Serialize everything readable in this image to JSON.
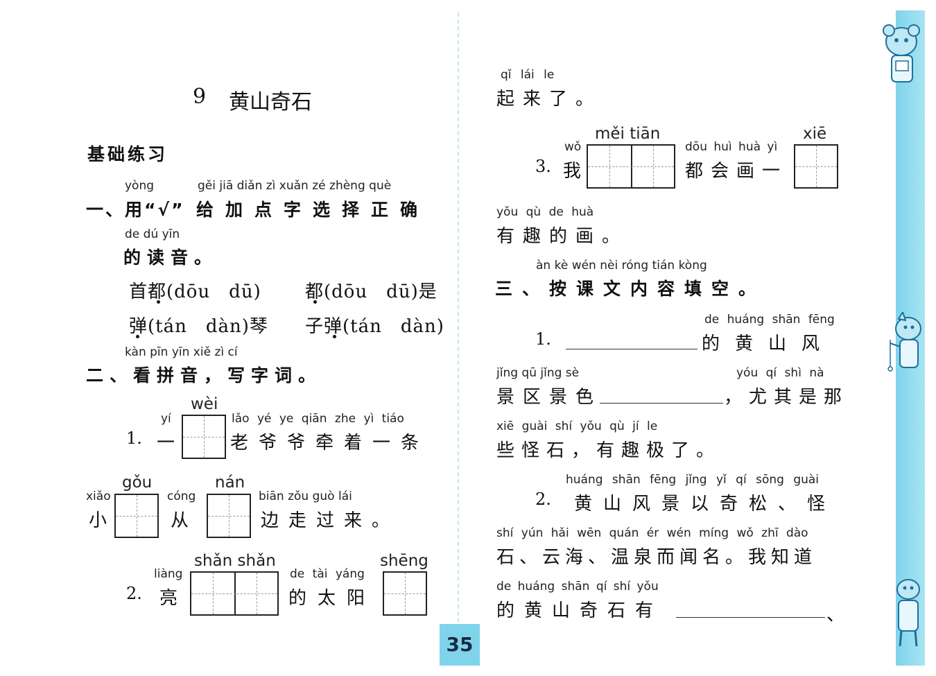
{
  "page": {
    "number": "35"
  },
  "lesson": {
    "number": "9",
    "title": "黄山奇石"
  },
  "left": {
    "practice_heading": "基础练习",
    "q1": {
      "pinyin_a": "yòng",
      "pinyin_b": "gěi jiā diǎn zì xuǎn zé zhèng què",
      "text_a": "一、用“√”",
      "text_b": "给加点字选择正确",
      "pinyin_c": "de dú yīn",
      "text_c": "的读音。",
      "item1": "首都(dōu　dū)",
      "item2": "都(dōu　dū)是",
      "item3": "弹(tán　dàn)琴",
      "item4": "子弹(tán　dàn)"
    },
    "q2": {
      "pinyin": "kàn pīn yīn xiě zì cí",
      "text": "二、看拼音，写字词。",
      "row1": {
        "num": "1.",
        "pinyin_yi": "yí",
        "char_yi": "一",
        "box_pinyin": "wèi",
        "pinyin_rest": "lǎo yé ye qiān zhe yì tiáo",
        "text_rest": "老爷爷牵着一条"
      },
      "row2": {
        "pinyin_xiao": "xiǎo",
        "char_xiao": "小",
        "box1_pinyin": "gǒu",
        "pinyin_cong": "cóng",
        "char_cong": "从",
        "box2_pinyin": "nán",
        "pinyin_rest": "biān zǒu guò lái",
        "text_rest": "边走过来。"
      },
      "row3": {
        "num": "2.",
        "pinyin_liang": "liàng",
        "char_liang": "亮",
        "box1_pinyin": "shǎn shǎn",
        "pinyin_mid": "de tài yáng",
        "text_mid": "的太阳",
        "box2_pinyin": "shēng"
      }
    }
  },
  "right": {
    "line1": {
      "pinyin": "qǐ lái le",
      "text": "起来了。"
    },
    "q3": {
      "num": "3.",
      "pinyin_wo": "wǒ",
      "char_wo": "我",
      "box1_pinyin": "měi tiān",
      "pinyin_mid": "dōu huì huà yì",
      "text_mid": "都会画一",
      "box2_pinyin": "xiē"
    },
    "line2": {
      "pinyin": "yǒu qù de huà",
      "text": "有趣的画。"
    },
    "section3": {
      "pinyin": "àn kè wén nèi róng tián kòng",
      "text": "三、按课文内容填空。"
    },
    "s3q1": {
      "num": "1.",
      "pinyin_a": "de huáng shān fēng",
      "text_a": "的黄山风",
      "pinyin_b1": "jǐng qū jǐng sè",
      "text_b1": "景区景色",
      "pinyin_b2": "yóu qí shì nà",
      "text_b2": "，尤其是那",
      "pinyin_c": "xiē guài shí yǒu qù jí le",
      "text_c": "些怪石，有趣极了。"
    },
    "s3q2": {
      "num": "2.",
      "pinyin_a": "huáng shān fēng jǐng yǐ qí sōng guài",
      "text_a": "黄山风景以奇松、怪",
      "pinyin_b": "shí yún hǎi wēn quán ér wén míng wǒ zhī dào",
      "text_b": "石、云海、温泉而闻名。我知道",
      "pinyin_c": "de huáng shān qí shí yǒu",
      "text_c": "的黄山奇石有",
      "trail": "、"
    }
  },
  "colors": {
    "side_strip": "#7fd4ec",
    "page_number_bg": "#7fd4ec",
    "gutter": "#bfe9ef"
  },
  "icons": [
    "cartoon-bear-icon",
    "cartoon-dog-icon",
    "cartoon-dog-small-icon"
  ]
}
